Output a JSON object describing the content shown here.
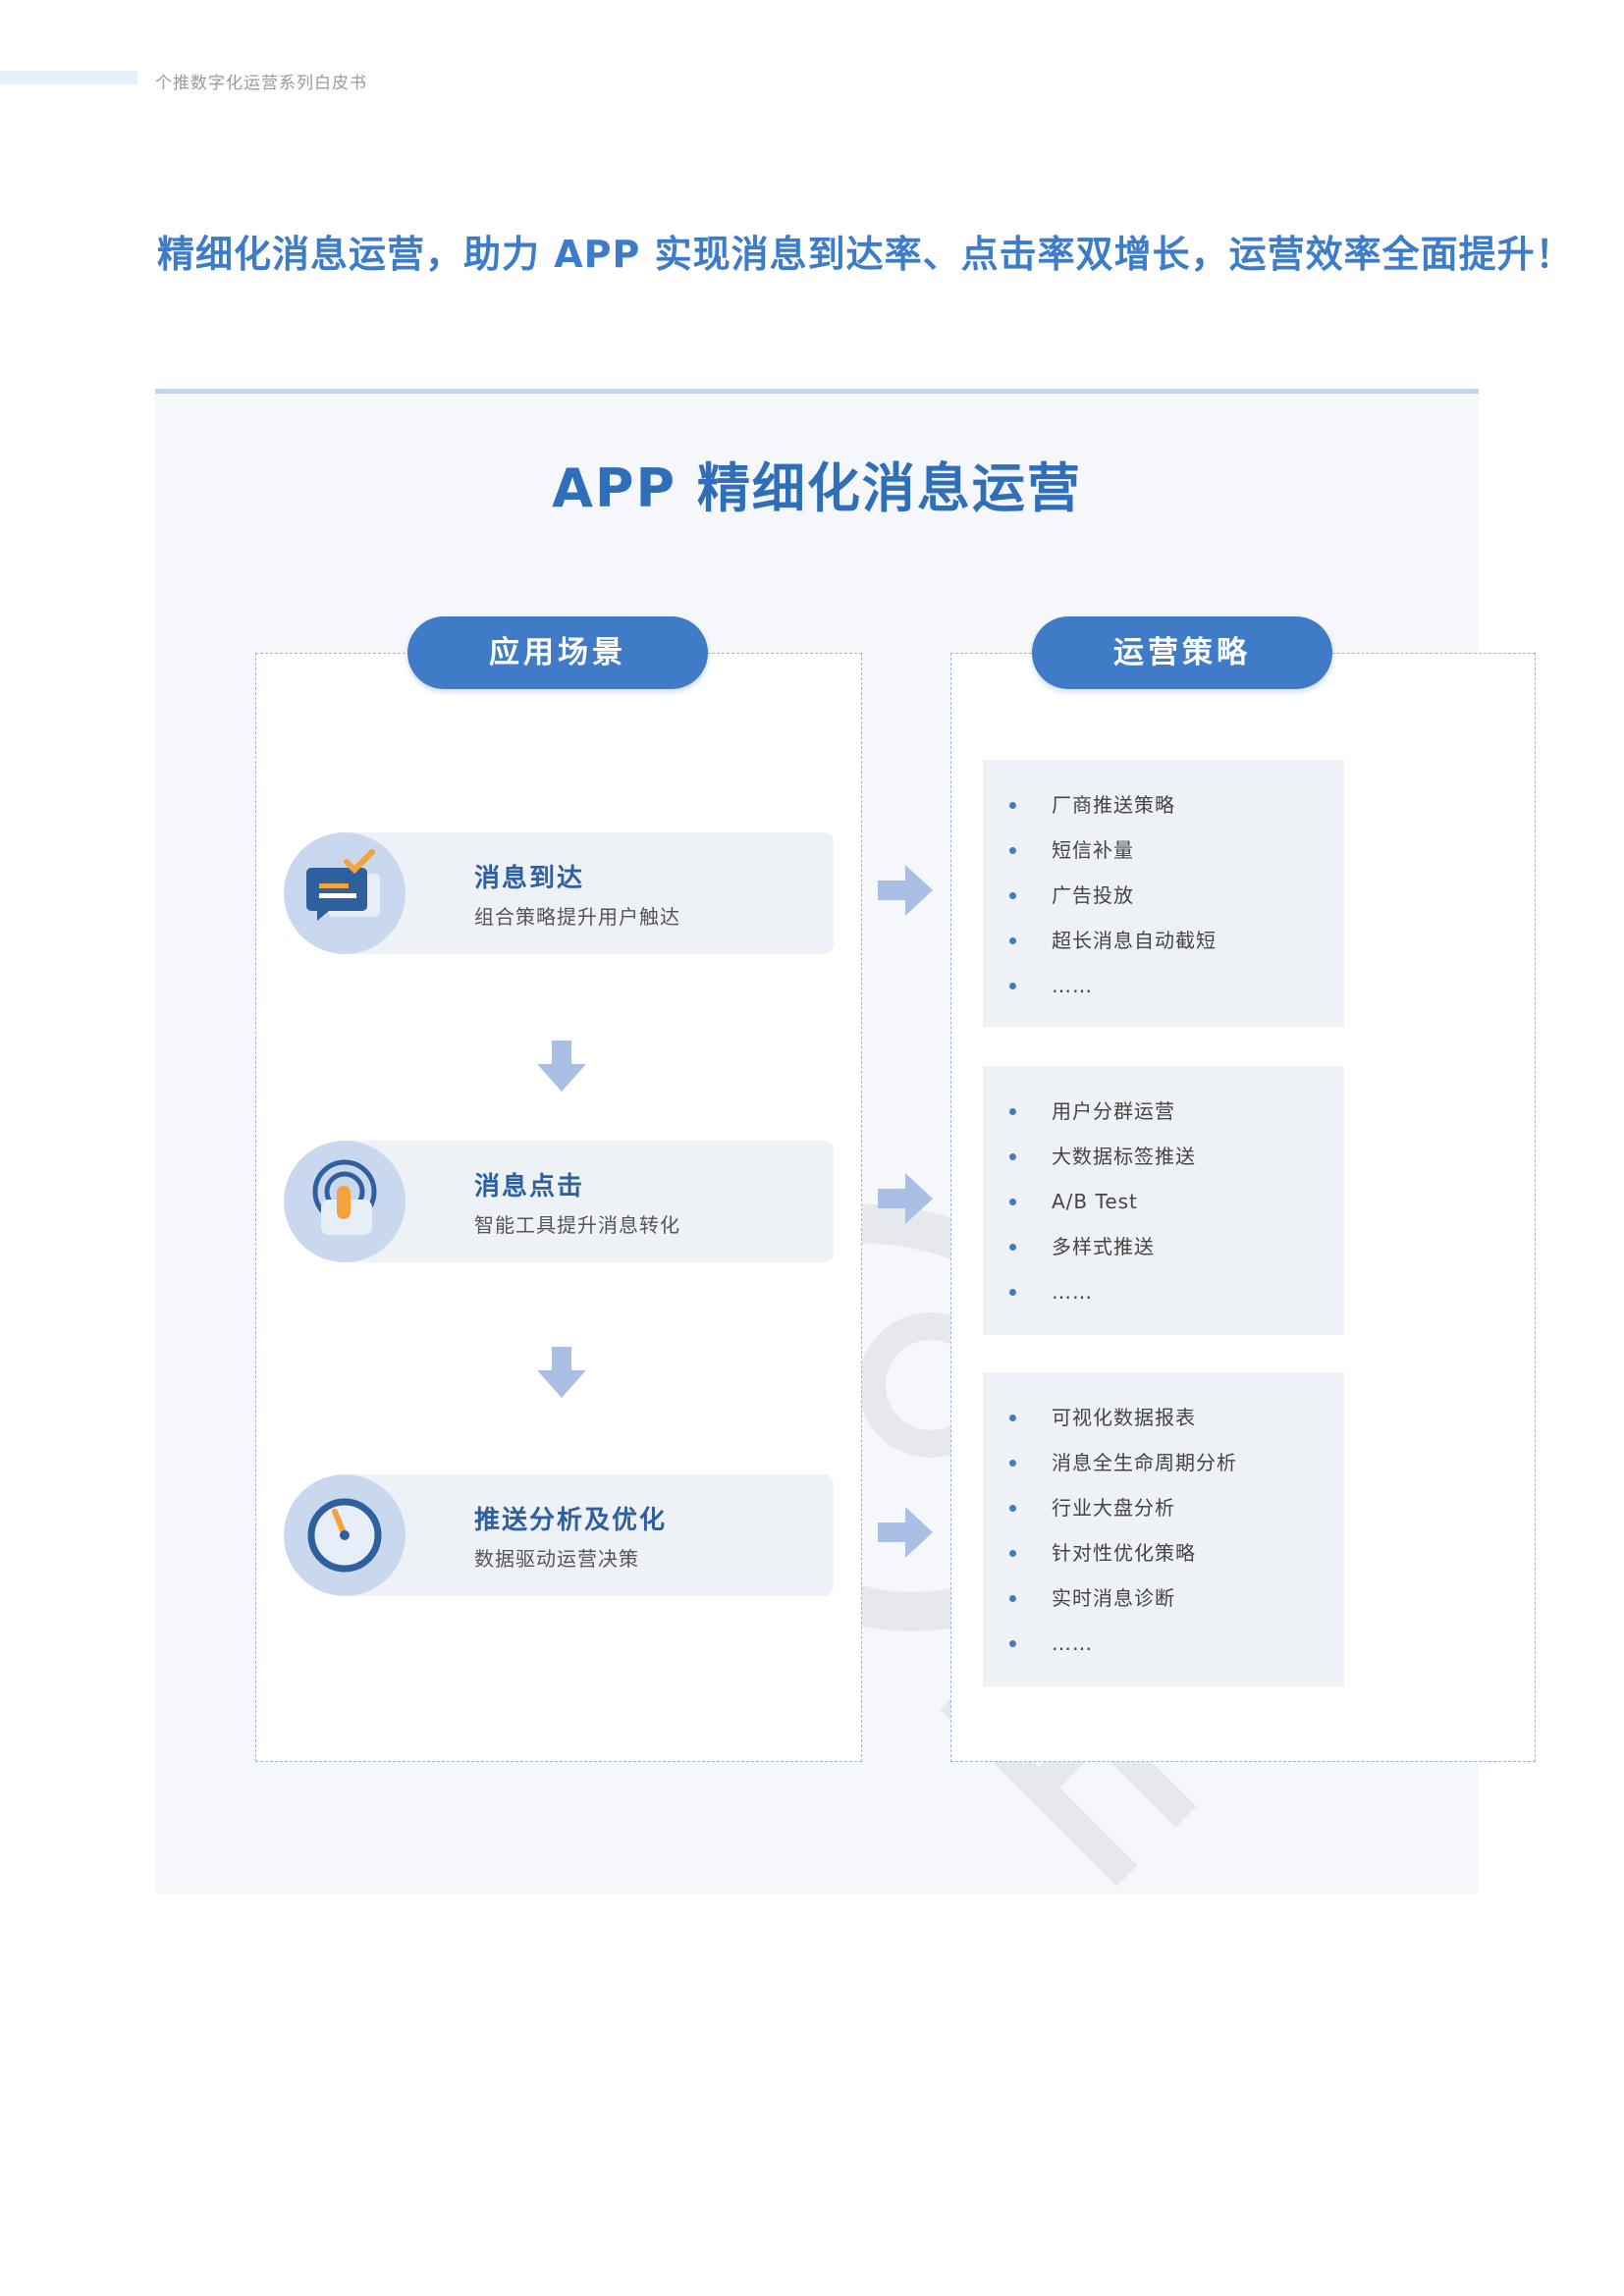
{
  "header": {
    "series": "个推数字化运营系列白皮书"
  },
  "headline": "精细化消息运营，助力 APP 实现消息到达率、点击率双增长，运营效率全面提升！",
  "panel": {
    "title": "APP 精细化消息运营",
    "left_header": "应用场景",
    "right_header": "运营策略",
    "scenes": [
      {
        "title": "消息到达",
        "desc": "组合策略提升用户触达",
        "icon": "message-check-icon"
      },
      {
        "title": "消息点击",
        "desc": "智能工具提升消息转化",
        "icon": "tap-finger-icon"
      },
      {
        "title": "推送分析及优化",
        "desc": "数据驱动运营决策",
        "icon": "gauge-icon"
      }
    ],
    "strategies": [
      [
        "厂商推送策略",
        "短信补量",
        "广告投放",
        "超长消息自动截短",
        "……"
      ],
      [
        "用户分群运营",
        "大数据标签推送",
        "A/B Test",
        "多样式推送",
        "……"
      ],
      [
        "可视化数据报表",
        "消息全生命周期分析",
        "行业大盘分析",
        "针对性优化策略",
        "实时消息诊断",
        "……"
      ]
    ]
  },
  "colors": {
    "accent": "#3f7bc7",
    "headline": "#3d7cc9",
    "icon_bg": "#c9d8ef",
    "card_bg": "#eef2f6",
    "panel_bg": "#f5f7fa"
  }
}
